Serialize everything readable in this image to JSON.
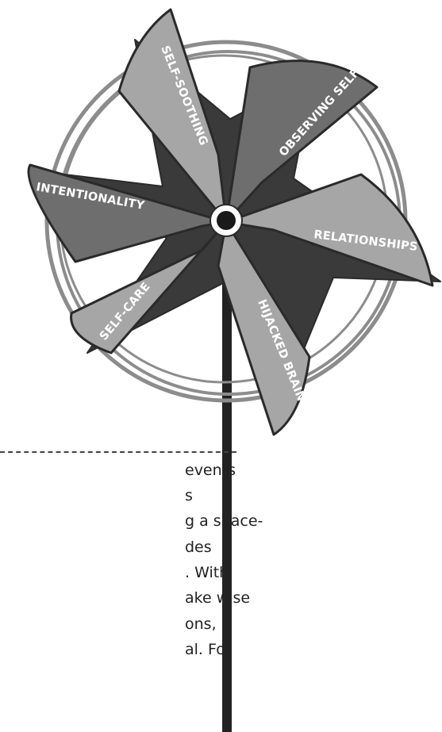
{
  "pinwheel": {
    "blades": [
      {
        "label": "SELF-SOOTHING"
      },
      {
        "label": "OBSERVING SELF"
      },
      {
        "label": "RELATIONSHIPS"
      },
      {
        "label": "HIJACKED BRAIN"
      },
      {
        "label": "SELF-CARE"
      },
      {
        "label": "INTENTIONALITY"
      }
    ]
  },
  "body_text": {
    "lines": [
      "events",
      "s",
      "g a space-",
      "des",
      ". With",
      "ake wise",
      "ons,",
      "al. For"
    ]
  },
  "colors": {
    "center_dark": "#3a3a3a",
    "blade_light": "#a6a6a6",
    "blade_dark": "#6e6e6e",
    "outline": "#2a2a2a",
    "rings": "#8c8c8c",
    "stick": "#222222"
  }
}
